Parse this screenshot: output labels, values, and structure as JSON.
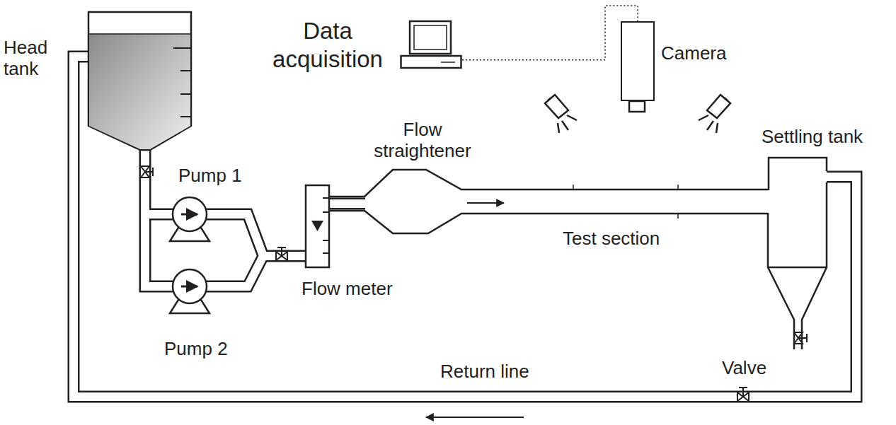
{
  "diagram": {
    "nodes": [
      {
        "text": [
          "Data acquisition"
        ]
      },
      {
        "text": [
          "Camera"
        ]
      }
    ],
    "edges": [
      {
        "from": 0,
        "to": 1,
        "arrow": "none"
      }
    ],
    "labels": [
      "Head tank",
      "Pump 1",
      "Pump 2",
      "Flow meter",
      "Flow straightener",
      "Test section",
      "Settling tank",
      "Return line",
      "Valve"
    ]
  }
}
